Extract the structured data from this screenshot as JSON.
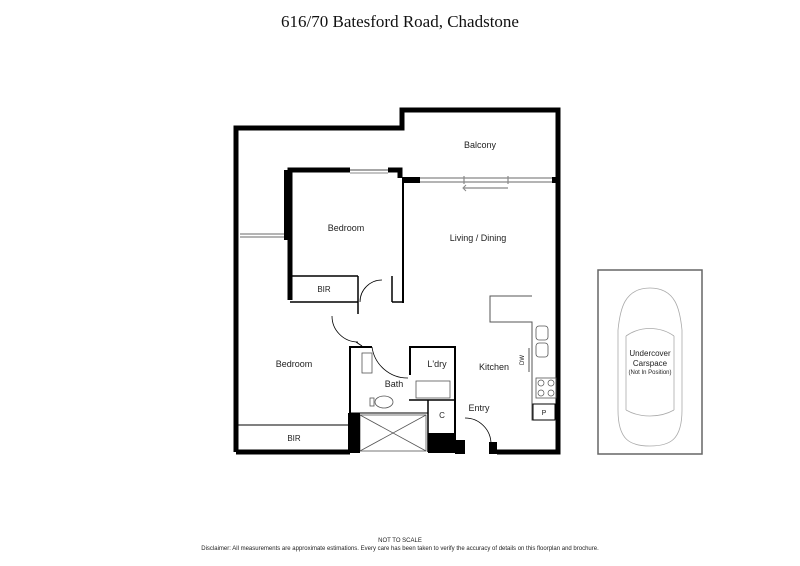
{
  "header": {
    "title": "616/70 Batesford Road, Chadstone"
  },
  "rooms": {
    "balcony": "Balcony",
    "bedroom1": "Bedroom",
    "bir1": "BIR",
    "living_dining": "Living / Dining",
    "bedroom2": "Bedroom",
    "bir2": "BIR",
    "bath": "Bath",
    "laundry": "L'dry",
    "kitchen": "Kitchen",
    "cupboard": "C",
    "entry": "Entry",
    "dishwasher": "DW",
    "pantry": "P"
  },
  "carspace": {
    "line1": "Undercover",
    "line2": "Carspace",
    "line3": "(Not In Position)"
  },
  "footer": {
    "scale_note": "NOT TO SCALE",
    "disclaimer": "Disclaimer: All measurements are approximate estimations. Every care has been taken to verify the accuracy of details on this floorplan and brochure."
  },
  "colors": {
    "wall": "#000000",
    "window": "#888888",
    "fixture": "#555555"
  }
}
